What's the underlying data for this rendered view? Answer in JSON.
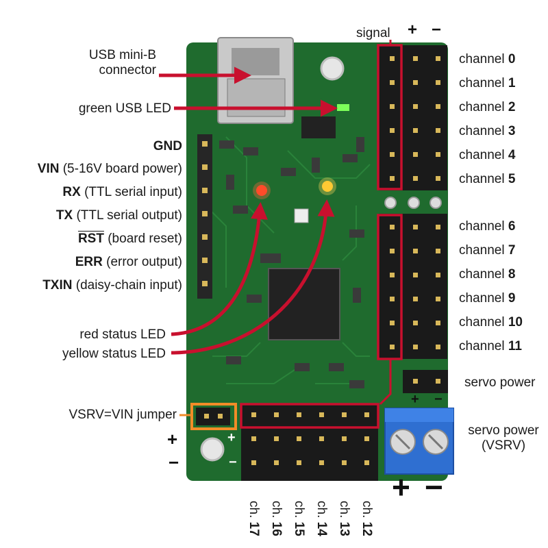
{
  "header": {
    "signal": "signal",
    "plus": "+",
    "minus": "−"
  },
  "left_labels": {
    "usb": "USB mini-B\nconnector",
    "green_led": "green USB LED",
    "gnd": "GND",
    "vin_b": "VIN",
    "vin_t": " (5-16V board power)",
    "rx_b": "RX",
    "rx_t": " (TTL serial input)",
    "tx_b": "TX",
    "tx_t": " (TTL serial output)",
    "rst_b": "RST",
    "rst_t": " (board reset)",
    "err_b": "ERR",
    "err_t": " (error output)",
    "txin_b": "TXIN",
    "txin_t": " (daisy-chain input)",
    "red_led": "red status LED",
    "yellow_led": "yellow status LED",
    "vsrv_jumper": "VSRV=VIN jumper",
    "plus": "+",
    "minus": "−"
  },
  "channels": [
    {
      "prefix": "channel ",
      "num": "0"
    },
    {
      "prefix": "channel ",
      "num": "1"
    },
    {
      "prefix": "channel ",
      "num": "2"
    },
    {
      "prefix": "channel ",
      "num": "3"
    },
    {
      "prefix": "channel ",
      "num": "4"
    },
    {
      "prefix": "channel ",
      "num": "5"
    },
    {
      "prefix": "channel ",
      "num": "6"
    },
    {
      "prefix": "channel ",
      "num": "7"
    },
    {
      "prefix": "channel ",
      "num": "8"
    },
    {
      "prefix": "channel ",
      "num": "9"
    },
    {
      "prefix": "channel ",
      "num": "10"
    },
    {
      "prefix": "channel ",
      "num": "11"
    }
  ],
  "servo_power": {
    "label": "servo power",
    "plus": "+",
    "minus": "−"
  },
  "servo_power_vsrv": {
    "line1": "servo power",
    "line2": "(VSRV)"
  },
  "bottom": {
    "plus_small": "+",
    "minus_small": "−",
    "big_plus": "+",
    "big_minus": "−",
    "channels": [
      {
        "prefix": "ch. ",
        "num": "17"
      },
      {
        "prefix": "ch. ",
        "num": "16"
      },
      {
        "prefix": "ch. ",
        "num": "15"
      },
      {
        "prefix": "ch. ",
        "num": "14"
      },
      {
        "prefix": "ch. ",
        "num": "13"
      },
      {
        "prefix": "ch. ",
        "num": "12"
      }
    ]
  },
  "colors": {
    "pcb": "#1f6b2e",
    "annotation": "#c8102e",
    "jumper_outline": "#f28c28",
    "terminal": "#2f6fd1",
    "header": "#1a1a1a"
  }
}
